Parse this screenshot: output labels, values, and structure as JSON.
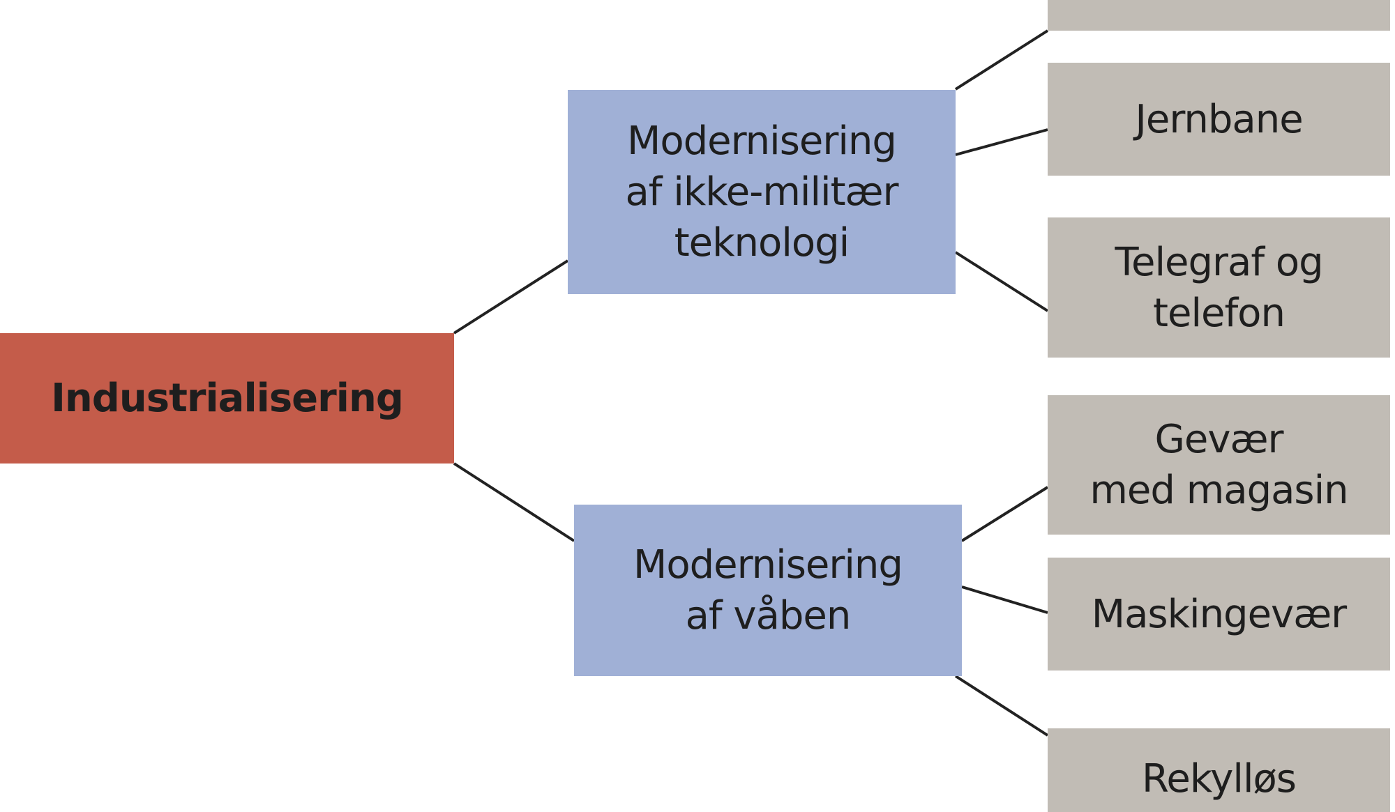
{
  "root": {
    "label": "Industrialisering",
    "color": "#c45c4a"
  },
  "branches": [
    {
      "label": "Modernisering\naf ikke-militær\nteknologi",
      "color": "#a0b0d6",
      "children": [
        "",
        "Jernbane",
        "Telegraf og\ntelefon"
      ]
    },
    {
      "label": "Modernisering\naf våben",
      "color": "#a0b0d6",
      "children": [
        "Gevær\nmed magasin",
        "Maskingevær",
        "Rekylløs"
      ]
    }
  ],
  "leaf_color": "#c1bcb5"
}
